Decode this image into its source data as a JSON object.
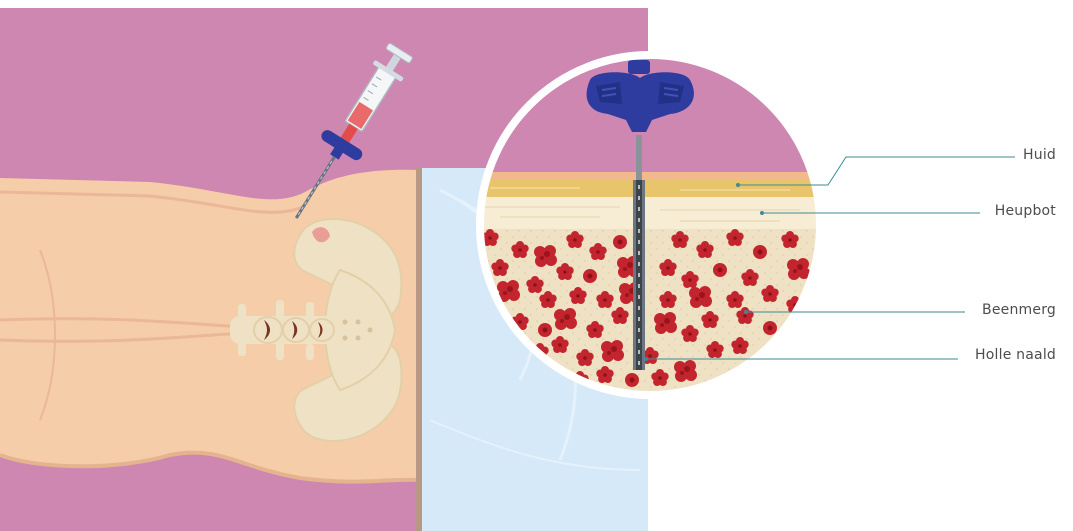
{
  "labels": {
    "skin": "Huid",
    "hip_bone": "Heupbot",
    "bone_marrow": "Beenmerg",
    "hollow_needle": "Holle naald"
  },
  "colors": {
    "background": "#cd87b1",
    "skin": "#f6cda9",
    "sheet": "#d6e9f8",
    "bone": "#efe1c3",
    "marrow_cell": "#c3252f",
    "needle_handle": "#2e3c9f",
    "leader_line": "#3e8a96"
  }
}
